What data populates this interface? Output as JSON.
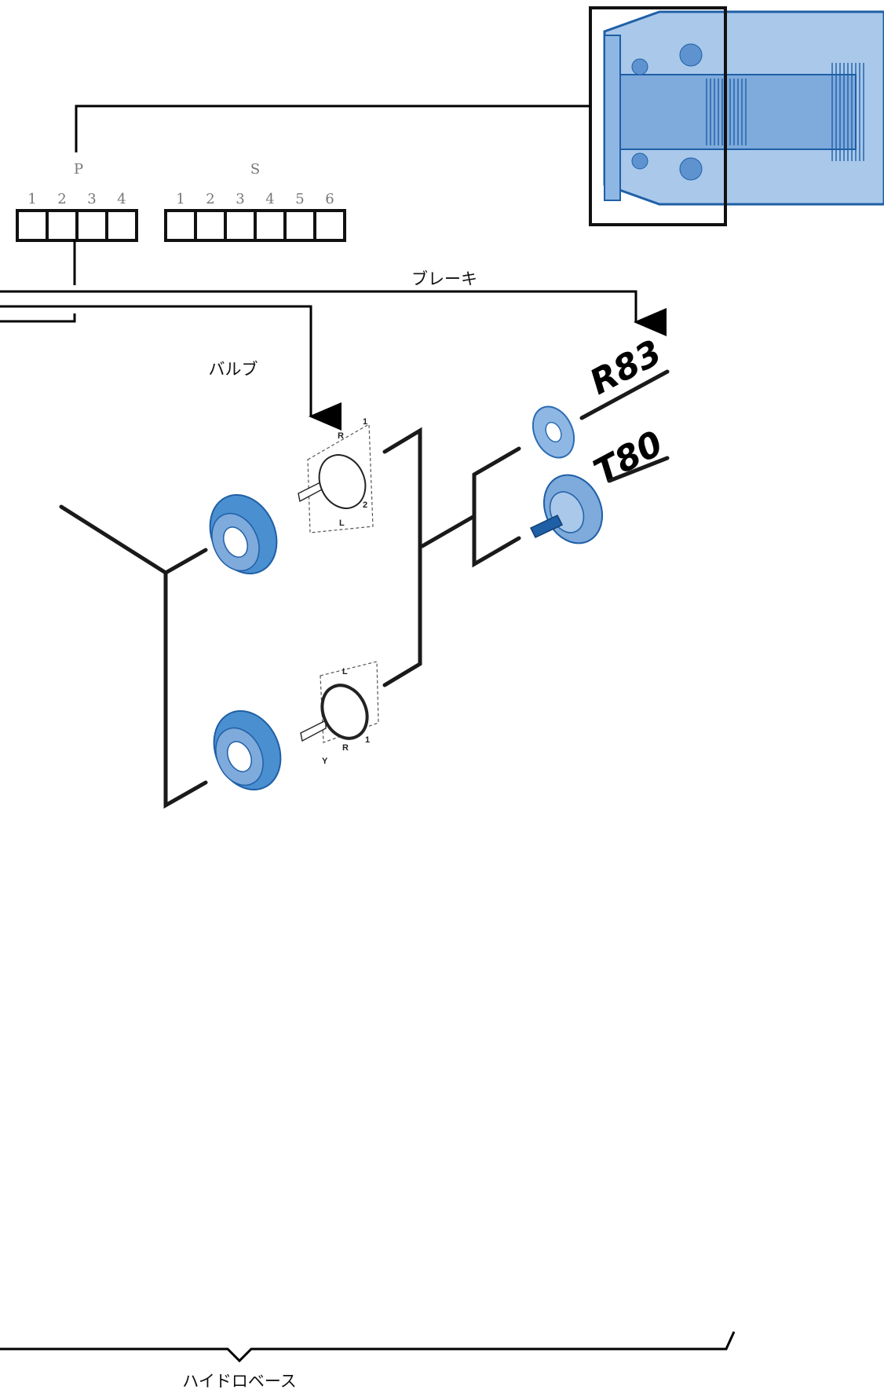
{
  "header": {
    "p_label": "P",
    "s_label": "S",
    "p_numbers": [
      "1",
      "2",
      "3",
      "4"
    ],
    "s_numbers": [
      "1",
      "2",
      "3",
      "4",
      "5",
      "6"
    ]
  },
  "labels": {
    "brake": "ブレーキ",
    "valve": "バルブ",
    "hydrobase": "ハイドロベース"
  },
  "options": {
    "r83": "R83",
    "t80": "T80"
  },
  "valve_symbol_top": {
    "r": "R",
    "l": "L",
    "n1": "1",
    "n2": "2"
  },
  "valve_symbol_bottom": {
    "l": "L",
    "y": "Y",
    "r": "R",
    "n1": "1"
  },
  "colors": {
    "part_blue": "#4a8fd0",
    "part_light": "#a9c8ea",
    "part_dark": "#1f5fa6",
    "line": "#000000",
    "label_grey": "#777777"
  }
}
